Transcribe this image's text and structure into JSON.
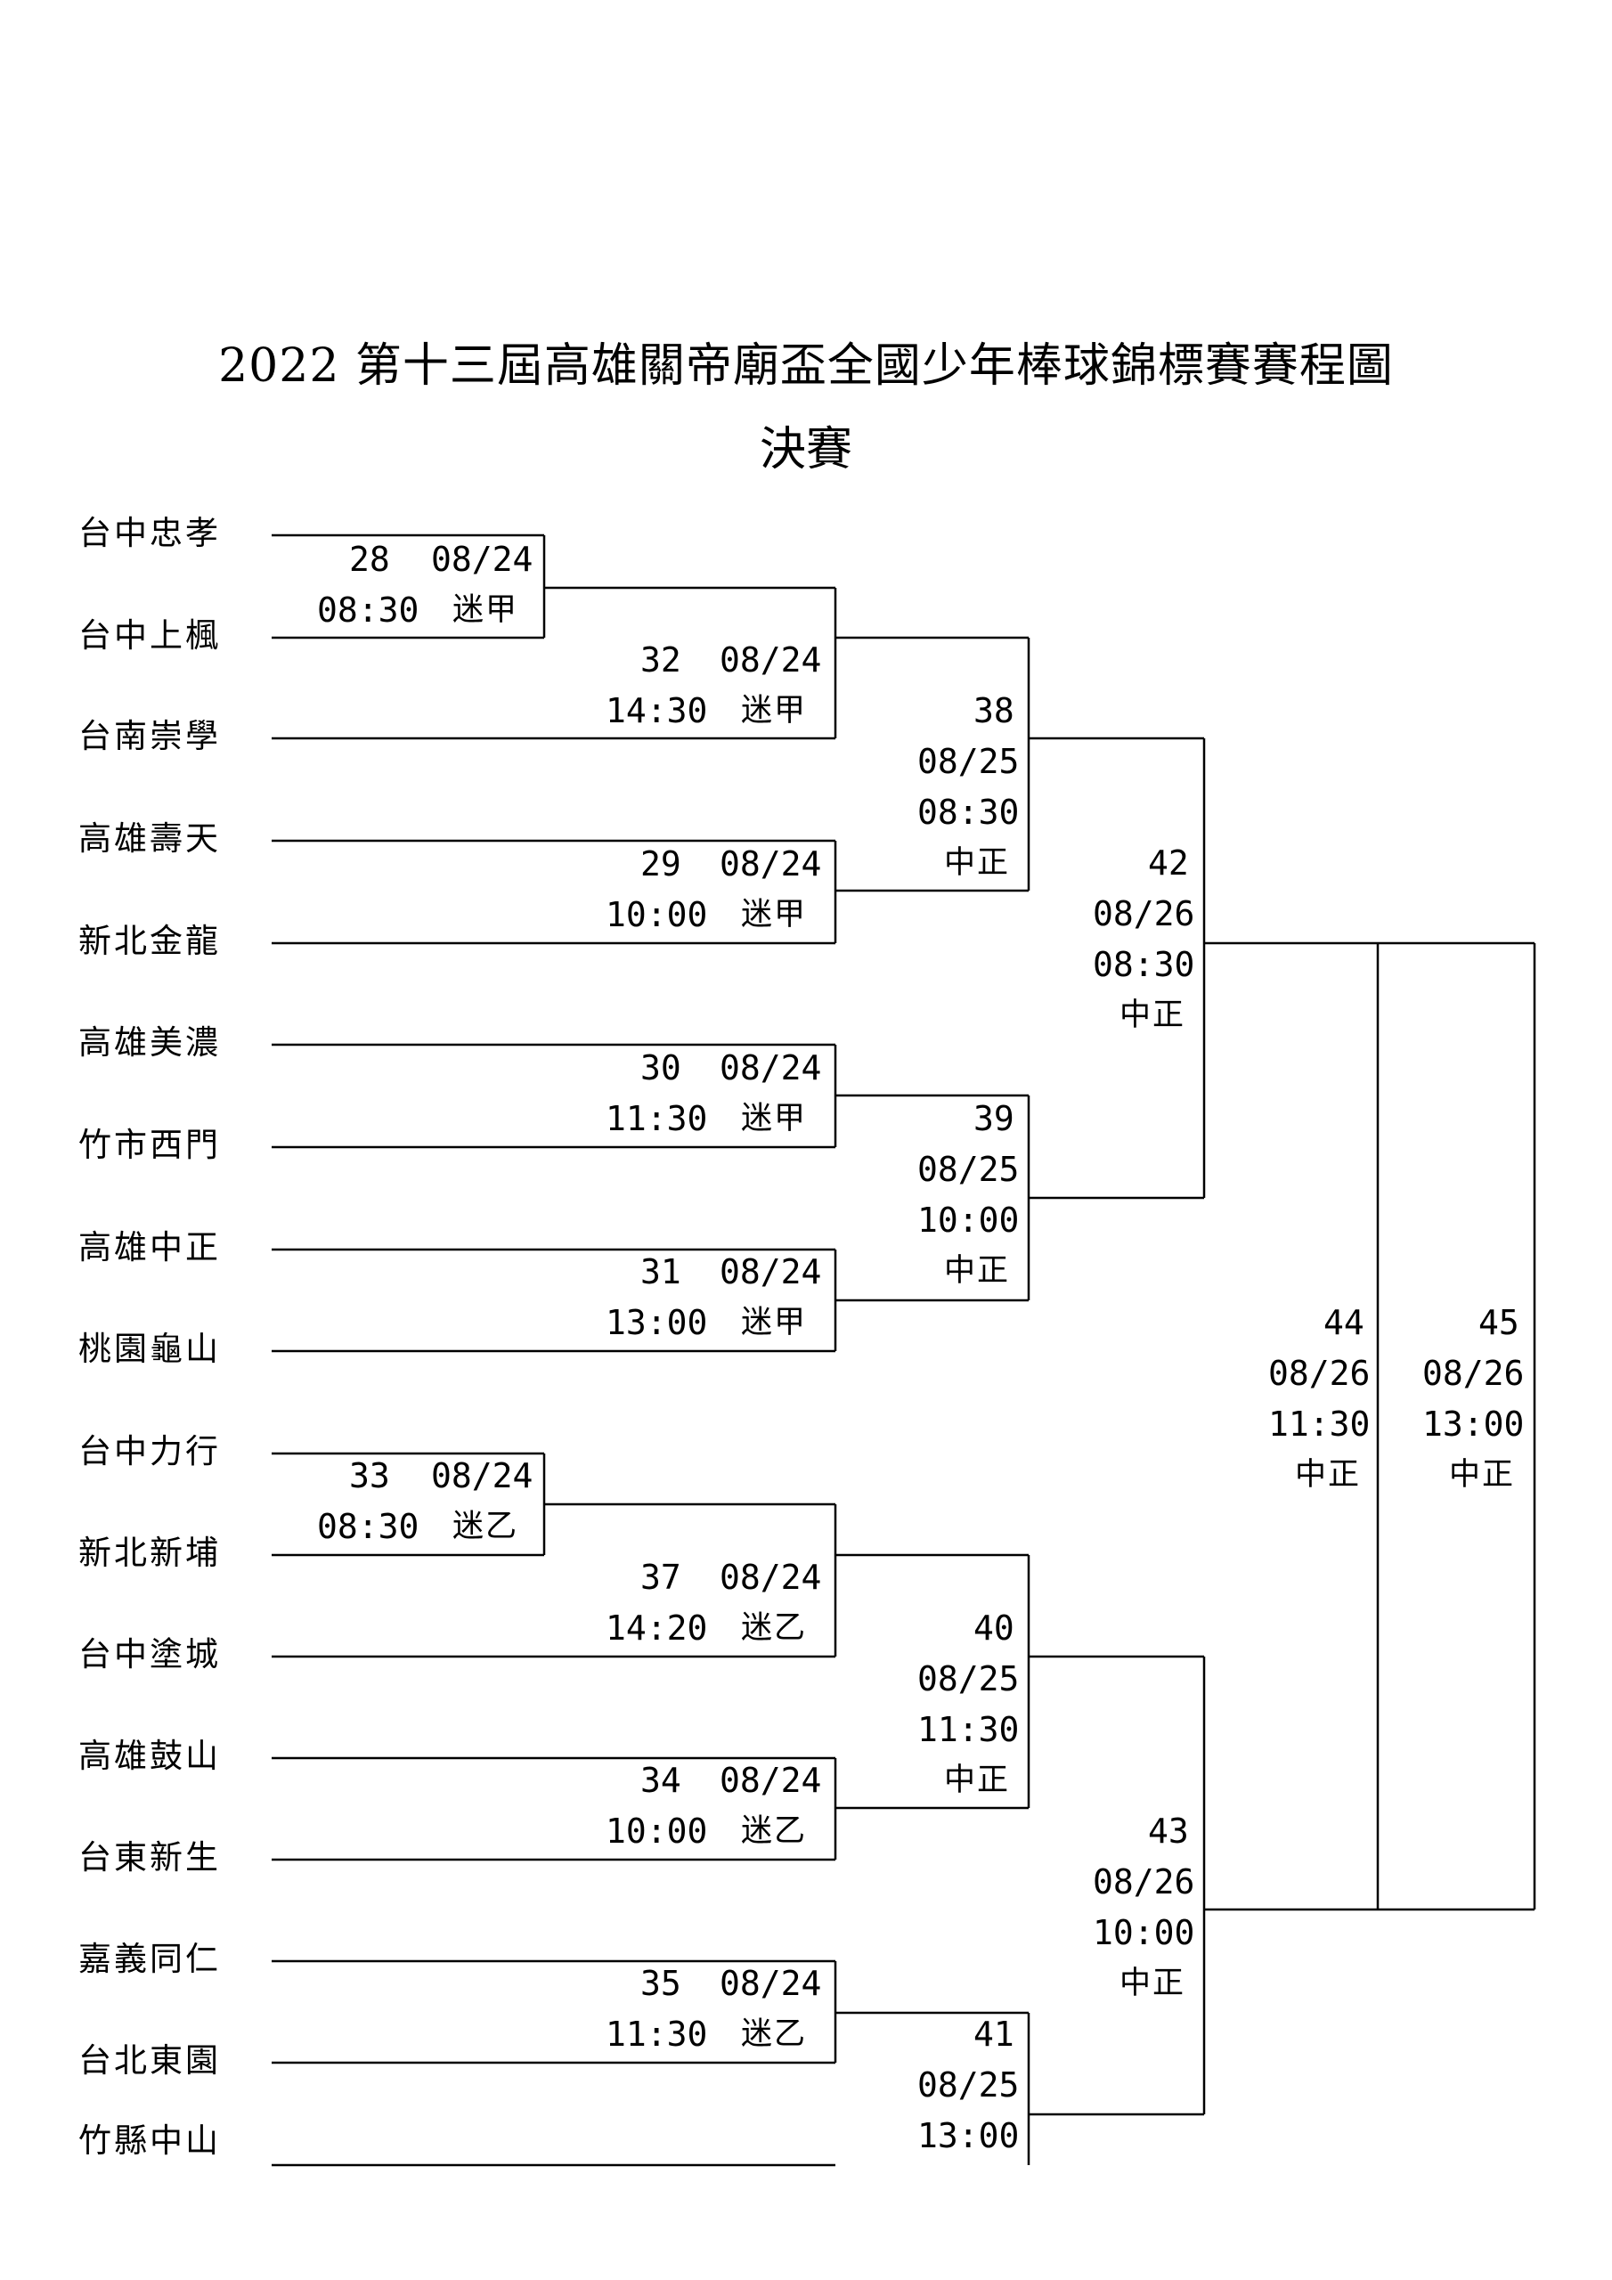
{
  "title": "2022 第十三屆高雄關帝廟盃全國少年棒球錦標賽賽程圖",
  "subtitle": "決賽",
  "teams": [
    "台中忠孝",
    "台中上楓",
    "台南崇學",
    "高雄壽天",
    "新北金龍",
    "高雄美濃",
    "竹市西門",
    "高雄中正",
    "桃園龜山",
    "台中力行",
    "新北新埔",
    "台中塗城",
    "高雄鼓山",
    "台東新生",
    "嘉義同仁",
    "台北東園",
    "竹縣中山"
  ],
  "games": [
    {
      "no": "28",
      "date": "08/24",
      "time": "08:30",
      "venue": "迷甲"
    },
    {
      "no": "29",
      "date": "08/24",
      "time": "10:00",
      "venue": "迷甲"
    },
    {
      "no": "30",
      "date": "08/24",
      "time": "11:30",
      "venue": "迷甲"
    },
    {
      "no": "31",
      "date": "08/24",
      "time": "13:00",
      "venue": "迷甲"
    },
    {
      "no": "32",
      "date": "08/24",
      "time": "14:30",
      "venue": "迷甲"
    },
    {
      "no": "33",
      "date": "08/24",
      "time": "08:30",
      "venue": "迷乙"
    },
    {
      "no": "34",
      "date": "08/24",
      "time": "10:00",
      "venue": "迷乙"
    },
    {
      "no": "35",
      "date": "08/24",
      "time": "11:30",
      "venue": "迷乙"
    },
    {
      "no": "37",
      "date": "08/24",
      "time": "14:20",
      "venue": "迷乙"
    },
    {
      "no": "38",
      "date": "08/25",
      "time": "08:30",
      "venue": "中正"
    },
    {
      "no": "39",
      "date": "08/25",
      "time": "10:00",
      "venue": "中正"
    },
    {
      "no": "40",
      "date": "08/25",
      "time": "11:30",
      "venue": "中正"
    },
    {
      "no": "41",
      "date": "08/25",
      "time": "13:00",
      "venue": ""
    },
    {
      "no": "42",
      "date": "08/26",
      "time": "08:30",
      "venue": "中正"
    },
    {
      "no": "43",
      "date": "08/26",
      "time": "10:00",
      "venue": "中正"
    },
    {
      "no": "44",
      "date": "08/26",
      "time": "11:30",
      "venue": "中正"
    },
    {
      "no": "45",
      "date": "08/26",
      "time": "13:00",
      "venue": "中正"
    }
  ]
}
